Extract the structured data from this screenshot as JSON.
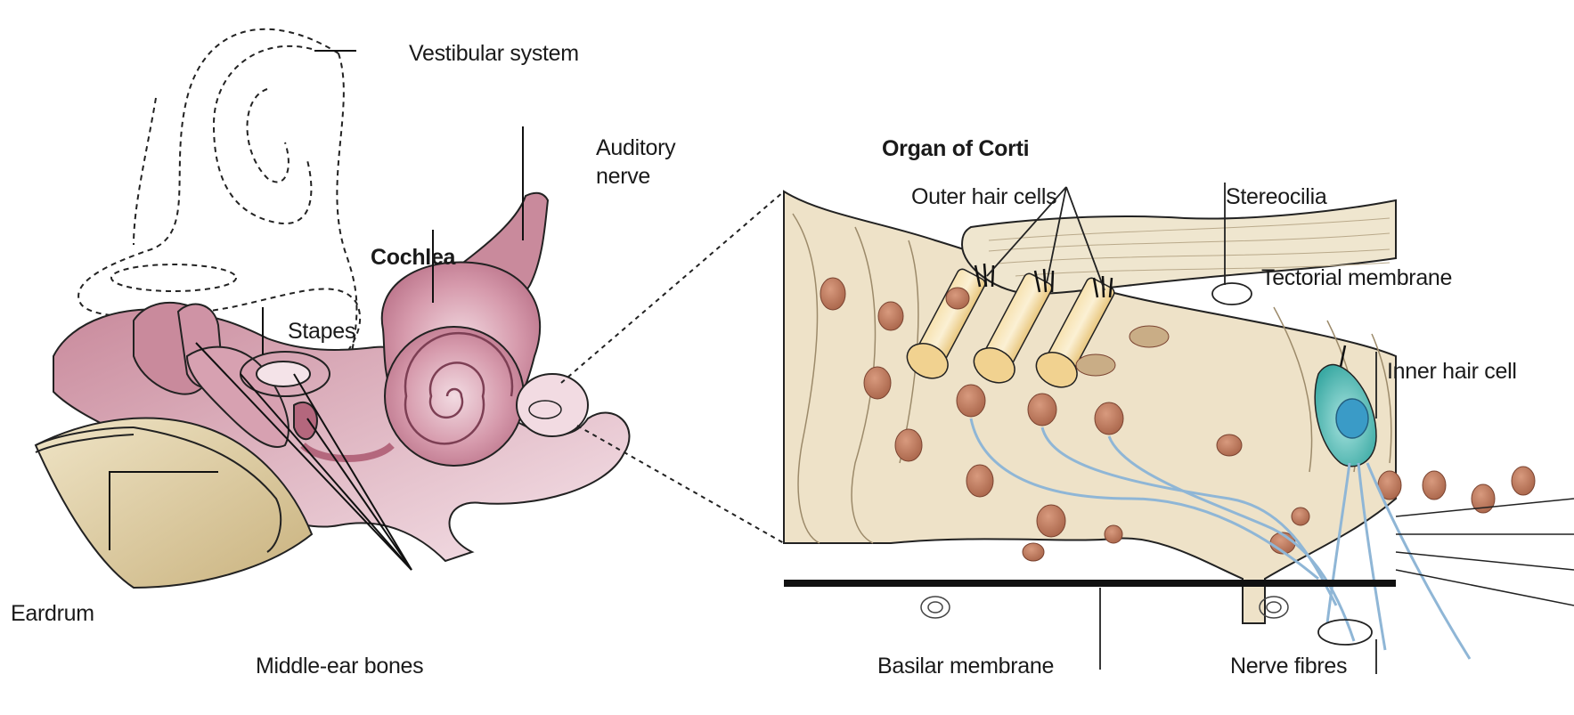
{
  "left_diagram": {
    "labels": {
      "vestibular_system": "Vestibular system",
      "auditory_nerve_line1": "Auditory",
      "auditory_nerve_line2": "nerve",
      "cochlea": "Cochlea",
      "stapes": "Stapes",
      "eardrum": "Eardrum",
      "middle_ear_bones": "Middle-ear bones"
    }
  },
  "right_diagram": {
    "title": "Organ of Corti",
    "labels": {
      "outer_hair_cells": "Outer hair cells",
      "stereocilia": "Stereocilia",
      "tectorial_membrane": "Tectorial membrane",
      "inner_hair_cell": "Inner hair cell",
      "basilar_membrane": "Basilar membrane",
      "nerve_fibres": "Nerve fibres"
    }
  },
  "colors": {
    "ear_tissue": "#c98a9c",
    "ear_tissue_dark": "#a85c72",
    "eardrum": "#d9c9a0",
    "cell_tissue": "#eee2c8",
    "nucleus": "#b5755a",
    "outer_hair_cell": "#f3d79a",
    "inner_hair_cell": "#5fc3bd",
    "nerve": "#8fb6d6"
  }
}
